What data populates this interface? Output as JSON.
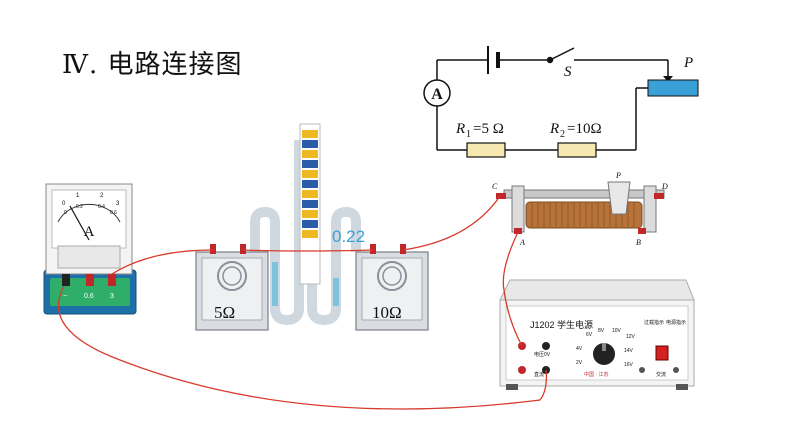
{
  "page": {
    "title": "Ⅳ. 电路连接图"
  },
  "circuit": {
    "ammeter_symbol": "A",
    "switch_label": "S",
    "slider_label": "P",
    "r1_label_main": "R",
    "r1_label_sub": "1",
    "r1_label_value": "=5 Ω",
    "r2_label_main": "R",
    "r2_label_sub": "2",
    "r2_label_value": "=10Ω"
  },
  "ammeter": {
    "face_letter": "A",
    "scale_top": [
      "0",
      "1",
      "2",
      "3"
    ],
    "scale_bottom": [
      "0",
      "0.2",
      "0.4",
      "0.6"
    ],
    "terminal_minus": "−",
    "terminal_06": "0.6",
    "terminal_3": "3"
  },
  "apparatus": {
    "left_resistance": "5Ω",
    "right_resistance": "10Ω",
    "tube_reading": "0.22"
  },
  "rheostat": {
    "terminal_c": "C",
    "terminal_d": "D",
    "terminal_a": "A",
    "terminal_b": "B",
    "slider_p": "P"
  },
  "power_supply": {
    "name": "J1202 学生电源",
    "volt_labels": [
      "6V",
      "8V",
      "10V",
      "12V",
      "4V",
      "14V",
      "2V",
      "16V"
    ],
    "indicator_1": "过载指示",
    "indicator_2": "电源指示",
    "dc_label": "电压0V",
    "ac_label": "直流",
    "ac_label2": "交流",
    "maker": "中国 · 江苏"
  },
  "colors": {
    "wire": "#d83a2c",
    "resistor_fill": "#f5e8b0",
    "slider_fill": "#3aa0d8",
    "liquid": "#7dc3e0"
  }
}
